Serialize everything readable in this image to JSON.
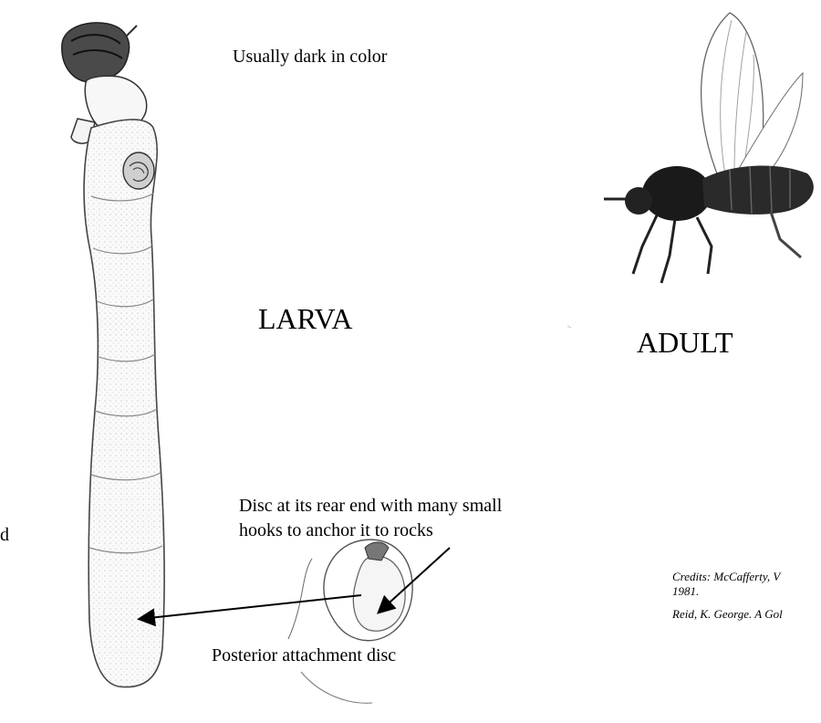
{
  "labels": {
    "usually_dark": "Usually dark in color",
    "larva": "LARVA",
    "adult": "ADULT",
    "disc_line1": "Disc at its rear end with many small",
    "disc_line2": "hooks to anchor it to rocks",
    "posterior": "Posterior attachment disc",
    "edge_letter": "d"
  },
  "credits": {
    "line1": "Credits:  McCafferty, V",
    "line2": "1981.",
    "line3": "Reid, K. George. A Gol"
  }
}
